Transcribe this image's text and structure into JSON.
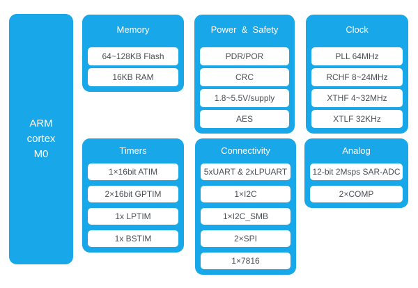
{
  "diagram": {
    "background": "#ffffff",
    "block_color": "#18a7e8",
    "item_background": "#ffffff",
    "item_text_color": "#4a4f55",
    "title_text_color": "#ffffff"
  },
  "cpu": {
    "lines": [
      "ARM",
      "cortex",
      "M0"
    ]
  },
  "blocks": [
    {
      "id": "memory",
      "title": "Memory",
      "items": [
        "64~128KB Flash",
        "16KB RAM"
      ]
    },
    {
      "id": "power-safety",
      "title": "Power  &  Safety",
      "items": [
        "PDR/POR",
        "CRC",
        "1.8~5.5V/supply",
        "AES"
      ]
    },
    {
      "id": "clock",
      "title": "Clock",
      "items": [
        "PLL 64MHz",
        "RCHF 8~24MHz",
        "XTHF 4~32MHz",
        "XTLF 32KHz"
      ]
    },
    {
      "id": "timers",
      "title": "Timers",
      "items": [
        "1×16bit ATIM",
        "2×16bit GPTIM",
        "1x LPTIM",
        "1x BSTIM"
      ]
    },
    {
      "id": "connectivity",
      "title": "Connectivity",
      "items": [
        "5xUART & 2xLPUART",
        "1×I2C",
        "1×I2C_SMB",
        "2×SPI",
        "1×7816"
      ]
    },
    {
      "id": "analog",
      "title": "Analog",
      "items": [
        "12-bit 2Msps SAR-ADC",
        "2×COMP"
      ]
    }
  ]
}
